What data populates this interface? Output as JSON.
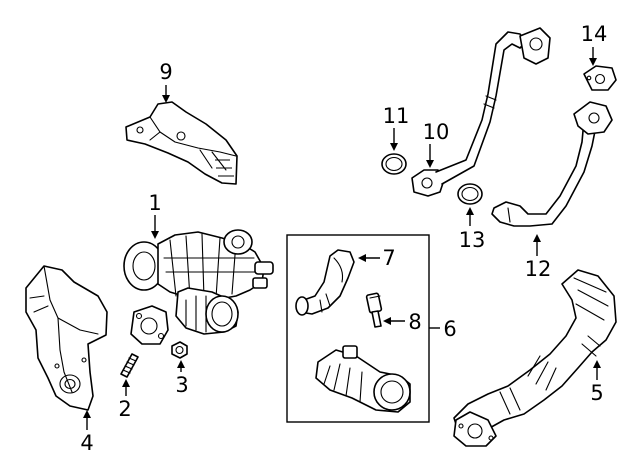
{
  "callouts": {
    "c1": "1",
    "c2": "2",
    "c3": "3",
    "c4": "4",
    "c5": "5",
    "c6": "6",
    "c7": "7",
    "c8": "8",
    "c9": "9",
    "c10": "10",
    "c11": "11",
    "c12": "12",
    "c13": "13",
    "c14": "14"
  },
  "colors": {
    "line": "#000000",
    "background": "#ffffff"
  },
  "parts": [
    {
      "callout": "1",
      "depicts": "turbocharger"
    },
    {
      "callout": "2",
      "depicts": "stud"
    },
    {
      "callout": "3",
      "depicts": "nut"
    },
    {
      "callout": "4",
      "depicts": "heat shield"
    },
    {
      "callout": "5",
      "depicts": "intercooler pipe"
    },
    {
      "callout": "6",
      "depicts": "boxed group"
    },
    {
      "callout": "7",
      "depicts": "hose"
    },
    {
      "callout": "8",
      "depicts": "sensor"
    },
    {
      "callout": "9",
      "depicts": "heat shield"
    },
    {
      "callout": "10",
      "depicts": "oil line"
    },
    {
      "callout": "11",
      "depicts": "seal ring"
    },
    {
      "callout": "12",
      "depicts": "oil line"
    },
    {
      "callout": "13",
      "depicts": "seal ring"
    },
    {
      "callout": "14",
      "depicts": "gasket"
    }
  ]
}
